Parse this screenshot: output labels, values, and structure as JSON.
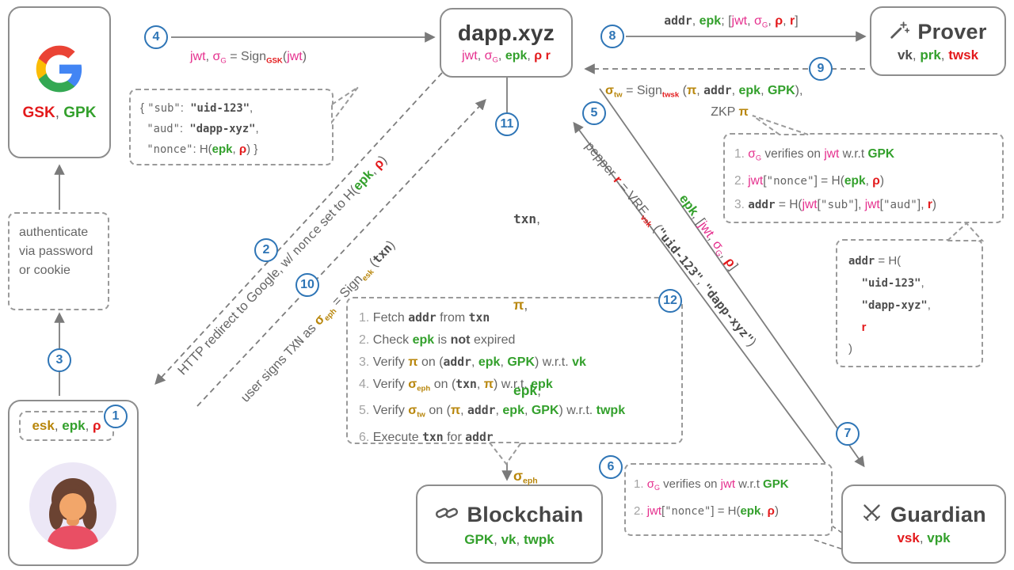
{
  "palette": {
    "pink": "#e5308e",
    "green": "#33a02c",
    "red": "#e31a1c",
    "gold": "#b8860b",
    "step_blue": "#2e75b6",
    "gray": "#666666",
    "dark": "#4d4d4d"
  },
  "circles": {
    "c1": "1",
    "c2": "2",
    "c3": "3",
    "c4": "4",
    "c5": "5",
    "c6": "6",
    "c7": "7",
    "c8": "8",
    "c9": "9",
    "c10": "10",
    "c11": "11",
    "c12": "12"
  },
  "entities": {
    "google": {
      "icon": "google-g-logo",
      "keys": [
        {
          "t": "GSK",
          "c": "red"
        },
        {
          "t": ", ",
          "c": "gray"
        },
        {
          "t": "GPK",
          "c": "green"
        }
      ]
    },
    "auth_note": {
      "text": "authenticate via password or cookie"
    },
    "user": {
      "icon": "woman-avatar",
      "keys": [
        {
          "t": "esk",
          "c": "gold"
        },
        {
          "t": ", ",
          "c": "gray"
        },
        {
          "t": "epk",
          "c": "green"
        },
        {
          "t": ", ",
          "c": "gray"
        },
        {
          "t": "ρ",
          "c": "red"
        }
      ]
    },
    "dapp": {
      "title": "dapp.xyz",
      "keys": [
        {
          "t": "jwt",
          "c": "pink"
        },
        {
          "t": ", ",
          "c": "gray"
        },
        {
          "t": "σ",
          "c": "pink"
        },
        {
          "t": "G",
          "c": "pink sub"
        },
        {
          "t": ", ",
          "c": "gray"
        },
        {
          "t": "epk",
          "c": "green"
        },
        {
          "t": ", ",
          "c": "gray"
        },
        {
          "t": "ρ",
          "c": "red"
        },
        {
          "t": "  ",
          "c": "gray"
        },
        {
          "t": "r",
          "c": "red"
        }
      ]
    },
    "prover": {
      "title": "Prover",
      "icon": "magic-wand-icon",
      "keys": [
        {
          "t": "vk",
          "c": "dark"
        },
        {
          "t": ", ",
          "c": "gray"
        },
        {
          "t": "prk",
          "c": "green"
        },
        {
          "t": ", ",
          "c": "gray"
        },
        {
          "t": "twsk",
          "c": "red"
        }
      ]
    },
    "guardian": {
      "title": "Guardian",
      "icon": "crossed-swords-icon",
      "keys": [
        {
          "t": "vsk",
          "c": "red"
        },
        {
          "t": ", ",
          "c": "gray"
        },
        {
          "t": "vpk",
          "c": "green"
        }
      ]
    },
    "blockchain": {
      "title": "Blockchain",
      "icon": "chain-link-icon",
      "keys": [
        {
          "t": "GPK",
          "c": "green"
        },
        {
          "t": ", ",
          "c": "gray"
        },
        {
          "t": "vk",
          "c": "green"
        },
        {
          "t": ", ",
          "c": "gray"
        },
        {
          "t": "twpk",
          "c": "green"
        }
      ]
    }
  },
  "labels": {
    "step4": [
      {
        "t": "jwt",
        "c": "pink"
      },
      {
        "t": ", ",
        "c": "gray"
      },
      {
        "t": "σ",
        "c": "pink"
      },
      {
        "t": "G",
        "c": "pink sub"
      },
      {
        "t": " = Sign",
        "c": "gray"
      },
      {
        "t": "GSK",
        "c": "red sub"
      },
      {
        "t": "(",
        "c": "gray"
      },
      {
        "t": "jwt",
        "c": "pink"
      },
      {
        "t": ")",
        "c": "gray"
      }
    ],
    "jwt_json": [
      [
        {
          "t": "{ ",
          "c": "gray"
        },
        {
          "t": "\"sub\"",
          "c": "monog"
        },
        {
          "t": ":  ",
          "c": "gray"
        },
        {
          "t": "\"uid-123\"",
          "c": "mono"
        },
        {
          "t": ",",
          "c": "gray"
        }
      ],
      [
        {
          "t": "  ",
          "c": "gray"
        },
        {
          "t": "\"aud\"",
          "c": "monog"
        },
        {
          "t": ":  ",
          "c": "gray"
        },
        {
          "t": "\"dapp-xyz\"",
          "c": "mono"
        },
        {
          "t": ",",
          "c": "gray"
        }
      ],
      [
        {
          "t": "  ",
          "c": "gray"
        },
        {
          "t": "\"nonce\"",
          "c": "monog"
        },
        {
          "t": ": H(",
          "c": "gray"
        },
        {
          "t": "epk",
          "c": "green"
        },
        {
          "t": ", ",
          "c": "gray"
        },
        {
          "t": "ρ",
          "c": "red"
        },
        {
          "t": ") }",
          "c": "gray"
        }
      ]
    ],
    "step8": [
      {
        "t": "addr",
        "c": "mono"
      },
      {
        "t": ", ",
        "c": "gray"
      },
      {
        "t": "epk",
        "c": "green"
      },
      {
        "t": "; [",
        "c": "gray"
      },
      {
        "t": "jwt",
        "c": "pink"
      },
      {
        "t": ", ",
        "c": "gray"
      },
      {
        "t": "σ",
        "c": "pink"
      },
      {
        "t": "G",
        "c": "pink sub"
      },
      {
        "t": ", ",
        "c": "gray"
      },
      {
        "t": "ρ",
        "c": "red"
      },
      {
        "t": ", ",
        "c": "gray"
      },
      {
        "t": "r",
        "c": "red"
      },
      {
        "t": "]",
        "c": "gray"
      }
    ],
    "sigma_tw": [
      [
        {
          "t": "σ",
          "c": "gold"
        },
        {
          "t": "tw",
          "c": "gold sub"
        },
        {
          "t": " = Sign",
          "c": "gray"
        },
        {
          "t": "twsk",
          "c": "red sub"
        },
        {
          "t": " (",
          "c": "gray"
        },
        {
          "t": "π",
          "c": "gold"
        },
        {
          "t": ", ",
          "c": "gray"
        },
        {
          "t": "addr",
          "c": "mono"
        },
        {
          "t": ", ",
          "c": "gray"
        },
        {
          "t": "epk",
          "c": "green"
        },
        {
          "t": ", ",
          "c": "gray"
        },
        {
          "t": "GPK",
          "c": "green"
        },
        {
          "t": "),",
          "c": "gray"
        }
      ],
      [
        {
          "t": "ZKP ",
          "c": "gray"
        },
        {
          "t": "π",
          "c": "gold"
        }
      ]
    ],
    "prover_checks": [
      [
        {
          "t": "1. ",
          "c": "num"
        },
        {
          "t": "σ",
          "c": "pink"
        },
        {
          "t": "G",
          "c": "pink sub"
        },
        {
          "t": " verifies on ",
          "c": "gray"
        },
        {
          "t": "jwt",
          "c": "pink"
        },
        {
          "t": " w.r.t ",
          "c": "gray"
        },
        {
          "t": "GPK",
          "c": "green"
        }
      ],
      [
        {
          "t": "2. ",
          "c": "num"
        },
        {
          "t": "jwt",
          "c": "pink"
        },
        {
          "t": "[",
          "c": "gray"
        },
        {
          "t": "\"nonce\"",
          "c": "monog"
        },
        {
          "t": "] = H(",
          "c": "gray"
        },
        {
          "t": "epk",
          "c": "green"
        },
        {
          "t": ", ",
          "c": "gray"
        },
        {
          "t": "ρ",
          "c": "red"
        },
        {
          "t": ")",
          "c": "gray"
        }
      ],
      [
        {
          "t": "3. ",
          "c": "num"
        },
        {
          "t": "addr",
          "c": "mono"
        },
        {
          "t": " = H(",
          "c": "gray"
        },
        {
          "t": "jwt",
          "c": "pink"
        },
        {
          "t": "[",
          "c": "gray"
        },
        {
          "t": "\"sub\"",
          "c": "monog"
        },
        {
          "t": "]",
          "c": "gray"
        },
        {
          "t": ", ",
          "c": "gray"
        },
        {
          "t": "jwt",
          "c": "pink"
        },
        {
          "t": "[",
          "c": "gray"
        },
        {
          "t": "\"aud\"",
          "c": "monog"
        },
        {
          "t": "]",
          "c": "gray"
        },
        {
          "t": ", ",
          "c": "gray"
        },
        {
          "t": "r",
          "c": "red"
        },
        {
          "t": ")",
          "c": "gray"
        }
      ]
    ],
    "addr_def": [
      [
        {
          "t": "addr",
          "c": "mono"
        },
        {
          "t": " = H(",
          "c": "gray"
        }
      ],
      [
        {
          "t": "    ",
          "c": "gray"
        },
        {
          "t": "\"uid-123\"",
          "c": "mono"
        },
        {
          "t": ",",
          "c": "gray"
        }
      ],
      [
        {
          "t": "    ",
          "c": "gray"
        },
        {
          "t": "\"dapp-xyz\"",
          "c": "mono"
        },
        {
          "t": ",",
          "c": "gray"
        }
      ],
      [
        {
          "t": "    ",
          "c": "gray"
        },
        {
          "t": "r",
          "c": "red"
        }
      ],
      [
        {
          "t": ")",
          "c": "gray"
        }
      ]
    ],
    "txn_list": [
      [
        {
          "t": "txn",
          "c": "mono"
        },
        {
          "t": ",",
          "c": "gray"
        }
      ],
      [
        {
          "t": "π",
          "c": "gold"
        },
        {
          "t": ",",
          "c": "gray"
        }
      ],
      [
        {
          "t": "epk",
          "c": "green"
        },
        {
          "t": ",",
          "c": "gray"
        }
      ],
      [
        {
          "t": "σ",
          "c": "gold"
        },
        {
          "t": "eph",
          "c": "gold sub"
        }
      ]
    ],
    "step2_redirect": [
      {
        "t": "HTTP redirect to Google, w/ ",
        "c": "gray"
      },
      {
        "t": "nonce",
        "c": "monog"
      },
      {
        "t": " set to H(",
        "c": "gray"
      },
      {
        "t": "epk",
        "c": "green"
      },
      {
        "t": ", ",
        "c": "gray"
      },
      {
        "t": "ρ",
        "c": "red"
      },
      {
        "t": ")",
        "c": "gray"
      }
    ],
    "step10_sign": [
      {
        "t": "user signs ",
        "c": "gray"
      },
      {
        "t": "TXN",
        "c": "monog"
      },
      {
        "t": " as ",
        "c": "gray"
      },
      {
        "t": "σ",
        "c": "gold"
      },
      {
        "t": "eph",
        "c": "gold sub"
      },
      {
        "t": " = Sign",
        "c": "gray"
      },
      {
        "t": "esk",
        "c": "gold sub"
      },
      {
        "t": " (",
        "c": "gray"
      },
      {
        "t": "txn",
        "c": "mono"
      },
      {
        "t": ")",
        "c": "gray"
      }
    ],
    "step7_pepper": [
      {
        "t": "pepper ",
        "c": "gray"
      },
      {
        "t": "r",
        "c": "red"
      },
      {
        "t": " = VRF",
        "c": "gray"
      },
      {
        "t": "vsk",
        "c": "red sub"
      },
      {
        "t": " (",
        "c": "gray"
      },
      {
        "t": "\"uid-123\"",
        "c": "mono"
      },
      {
        "t": ", ",
        "c": "gray"
      },
      {
        "t": "\"dapp-xyz\"",
        "c": "mono"
      },
      {
        "t": ")",
        "c": "gray"
      }
    ],
    "step5_epk": [
      {
        "t": "epk",
        "c": "green"
      },
      {
        "t": ", [",
        "c": "gray"
      },
      {
        "t": "jwt",
        "c": "pink"
      },
      {
        "t": ", ",
        "c": "gray"
      },
      {
        "t": "σ",
        "c": "pink"
      },
      {
        "t": "G",
        "c": "pink sub"
      },
      {
        "t": ", ",
        "c": "gray"
      },
      {
        "t": "ρ",
        "c": "red"
      },
      {
        "t": "]",
        "c": "gray"
      }
    ],
    "chain_checks": [
      [
        {
          "t": "1. ",
          "c": "num"
        },
        {
          "t": "Fetch ",
          "c": "gray"
        },
        {
          "t": "addr",
          "c": "mono"
        },
        {
          "t": " from ",
          "c": "gray"
        },
        {
          "t": "txn",
          "c": "mono"
        }
      ],
      [
        {
          "t": "2. ",
          "c": "num"
        },
        {
          "t": "Check ",
          "c": "gray"
        },
        {
          "t": "epk",
          "c": "green"
        },
        {
          "t": " is ",
          "c": "gray"
        },
        {
          "t": "not",
          "c": "dark"
        },
        {
          "t": " expired",
          "c": "gray"
        }
      ],
      [
        {
          "t": "3. ",
          "c": "num"
        },
        {
          "t": "Verify ",
          "c": "gray"
        },
        {
          "t": "π",
          "c": "gold"
        },
        {
          "t": " on (",
          "c": "gray"
        },
        {
          "t": "addr",
          "c": "mono"
        },
        {
          "t": ", ",
          "c": "gray"
        },
        {
          "t": "epk",
          "c": "green"
        },
        {
          "t": ", ",
          "c": "gray"
        },
        {
          "t": "GPK",
          "c": "green"
        },
        {
          "t": ") w.r.t. ",
          "c": "gray"
        },
        {
          "t": "vk",
          "c": "green"
        }
      ],
      [
        {
          "t": "4. ",
          "c": "num"
        },
        {
          "t": "Verify ",
          "c": "gray"
        },
        {
          "t": "σ",
          "c": "gold"
        },
        {
          "t": "eph",
          "c": "gold sub"
        },
        {
          "t": " on (",
          "c": "gray"
        },
        {
          "t": "txn",
          "c": "mono"
        },
        {
          "t": ", ",
          "c": "gray"
        },
        {
          "t": "π",
          "c": "gold"
        },
        {
          "t": ") w.r.t. ",
          "c": "gray"
        },
        {
          "t": "epk",
          "c": "green"
        }
      ],
      [
        {
          "t": "5. ",
          "c": "num"
        },
        {
          "t": "Verify ",
          "c": "gray"
        },
        {
          "t": "σ",
          "c": "gold"
        },
        {
          "t": "tw",
          "c": "gold sub"
        },
        {
          "t": " on (",
          "c": "gray"
        },
        {
          "t": "π",
          "c": "gold"
        },
        {
          "t": ", ",
          "c": "gray"
        },
        {
          "t": "addr",
          "c": "mono"
        },
        {
          "t": ", ",
          "c": "gray"
        },
        {
          "t": "epk",
          "c": "green"
        },
        {
          "t": ", ",
          "c": "gray"
        },
        {
          "t": "GPK",
          "c": "green"
        },
        {
          "t": ") w.r.t. ",
          "c": "gray"
        },
        {
          "t": "twpk",
          "c": "green"
        }
      ],
      [
        {
          "t": "6. ",
          "c": "num"
        },
        {
          "t": "Execute ",
          "c": "gray"
        },
        {
          "t": "txn",
          "c": "mono"
        },
        {
          "t": " for ",
          "c": "gray"
        },
        {
          "t": "addr",
          "c": "mono"
        }
      ]
    ],
    "guardian_checks": [
      [
        {
          "t": "1. ",
          "c": "num"
        },
        {
          "t": "σ",
          "c": "pink"
        },
        {
          "t": "G",
          "c": "pink sub"
        },
        {
          "t": " verifies on ",
          "c": "gray"
        },
        {
          "t": "jwt",
          "c": "pink"
        },
        {
          "t": " w.r.t ",
          "c": "gray"
        },
        {
          "t": "GPK",
          "c": "green"
        }
      ],
      [
        {
          "t": "2. ",
          "c": "num"
        },
        {
          "t": "jwt",
          "c": "pink"
        },
        {
          "t": "[",
          "c": "gray"
        },
        {
          "t": "\"nonce\"",
          "c": "monog"
        },
        {
          "t": "] = H(",
          "c": "gray"
        },
        {
          "t": "epk",
          "c": "green"
        },
        {
          "t": ", ",
          "c": "gray"
        },
        {
          "t": "ρ",
          "c": "red"
        },
        {
          "t": ")",
          "c": "gray"
        }
      ]
    ]
  }
}
